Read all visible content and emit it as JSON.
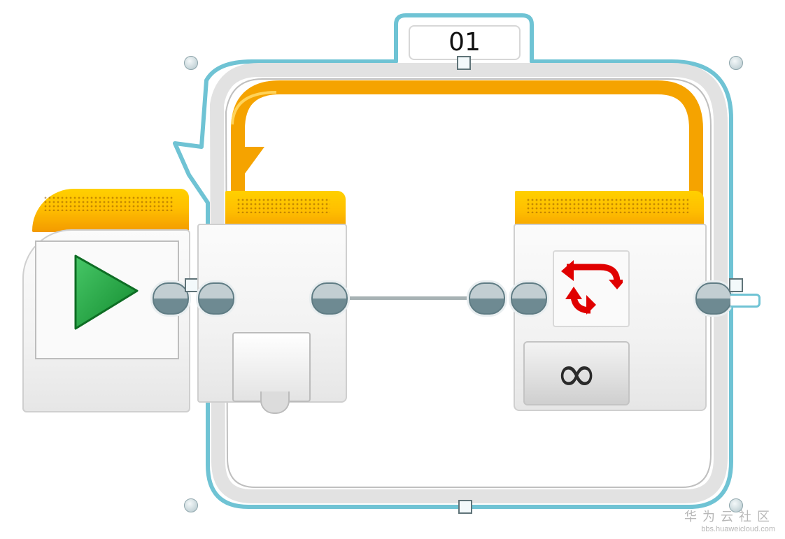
{
  "loop": {
    "id_label": "01",
    "count_mode_symbol": "∞"
  },
  "watermark": {
    "title": "华为云社区",
    "url": "bbs.huaweicloud.com"
  },
  "colors": {
    "loop_frame": "#6fc3d4",
    "block_header": "#f5a300",
    "start_triangle": "#1f9f3a",
    "loop_arrows": "#e00000"
  },
  "icons": {
    "start": "play-triangle-icon",
    "loop_end": "loop-arrows-icon",
    "count_mode": "infinity-icon"
  }
}
